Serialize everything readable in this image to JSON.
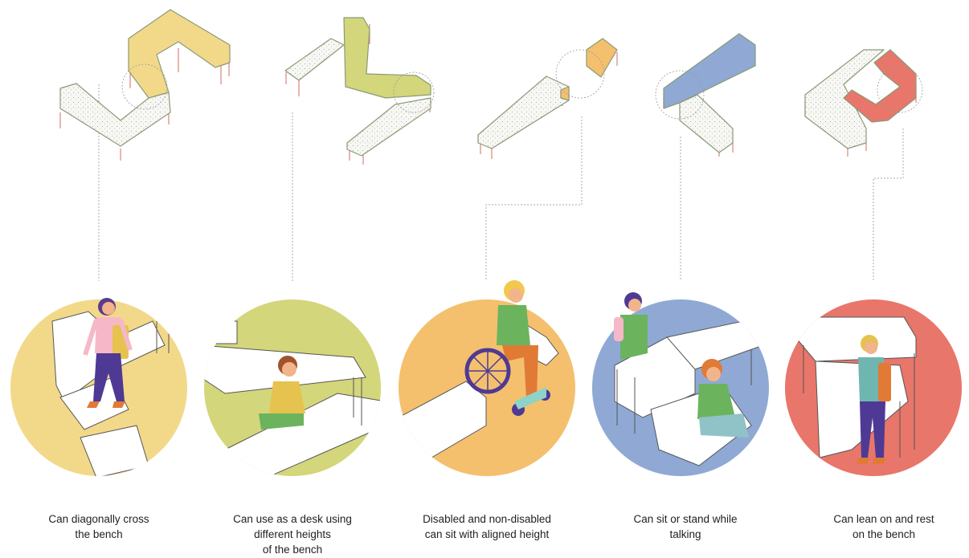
{
  "panels": [
    {
      "caption": "Can diagonally cross\nthe bench",
      "color": "#F2D98A",
      "scene": "person-walking-icon"
    },
    {
      "caption": "Can use as a desk using\ndifferent heights\nof the bench",
      "color": "#D3D67A",
      "scene": "person-sitting-at-desk-icon"
    },
    {
      "caption": "Disabled  and  non-disabled\ncan sit with aligned height",
      "color": "#F4C06E",
      "scene": "wheelchair-user-icon"
    },
    {
      "caption": "Can sit or stand while\ntalking",
      "color": "#8FA9D4",
      "scene": "two-people-talking-icon"
    },
    {
      "caption": "Can lean on and rest\non the bench",
      "color": "#E8766A",
      "scene": "person-leaning-icon"
    }
  ],
  "colors": {
    "bench_outline": "#8a9a78",
    "bench_fill": "#f6f6f2",
    "leader_line": "#aaaaaa",
    "skin": "#F2B48A"
  }
}
